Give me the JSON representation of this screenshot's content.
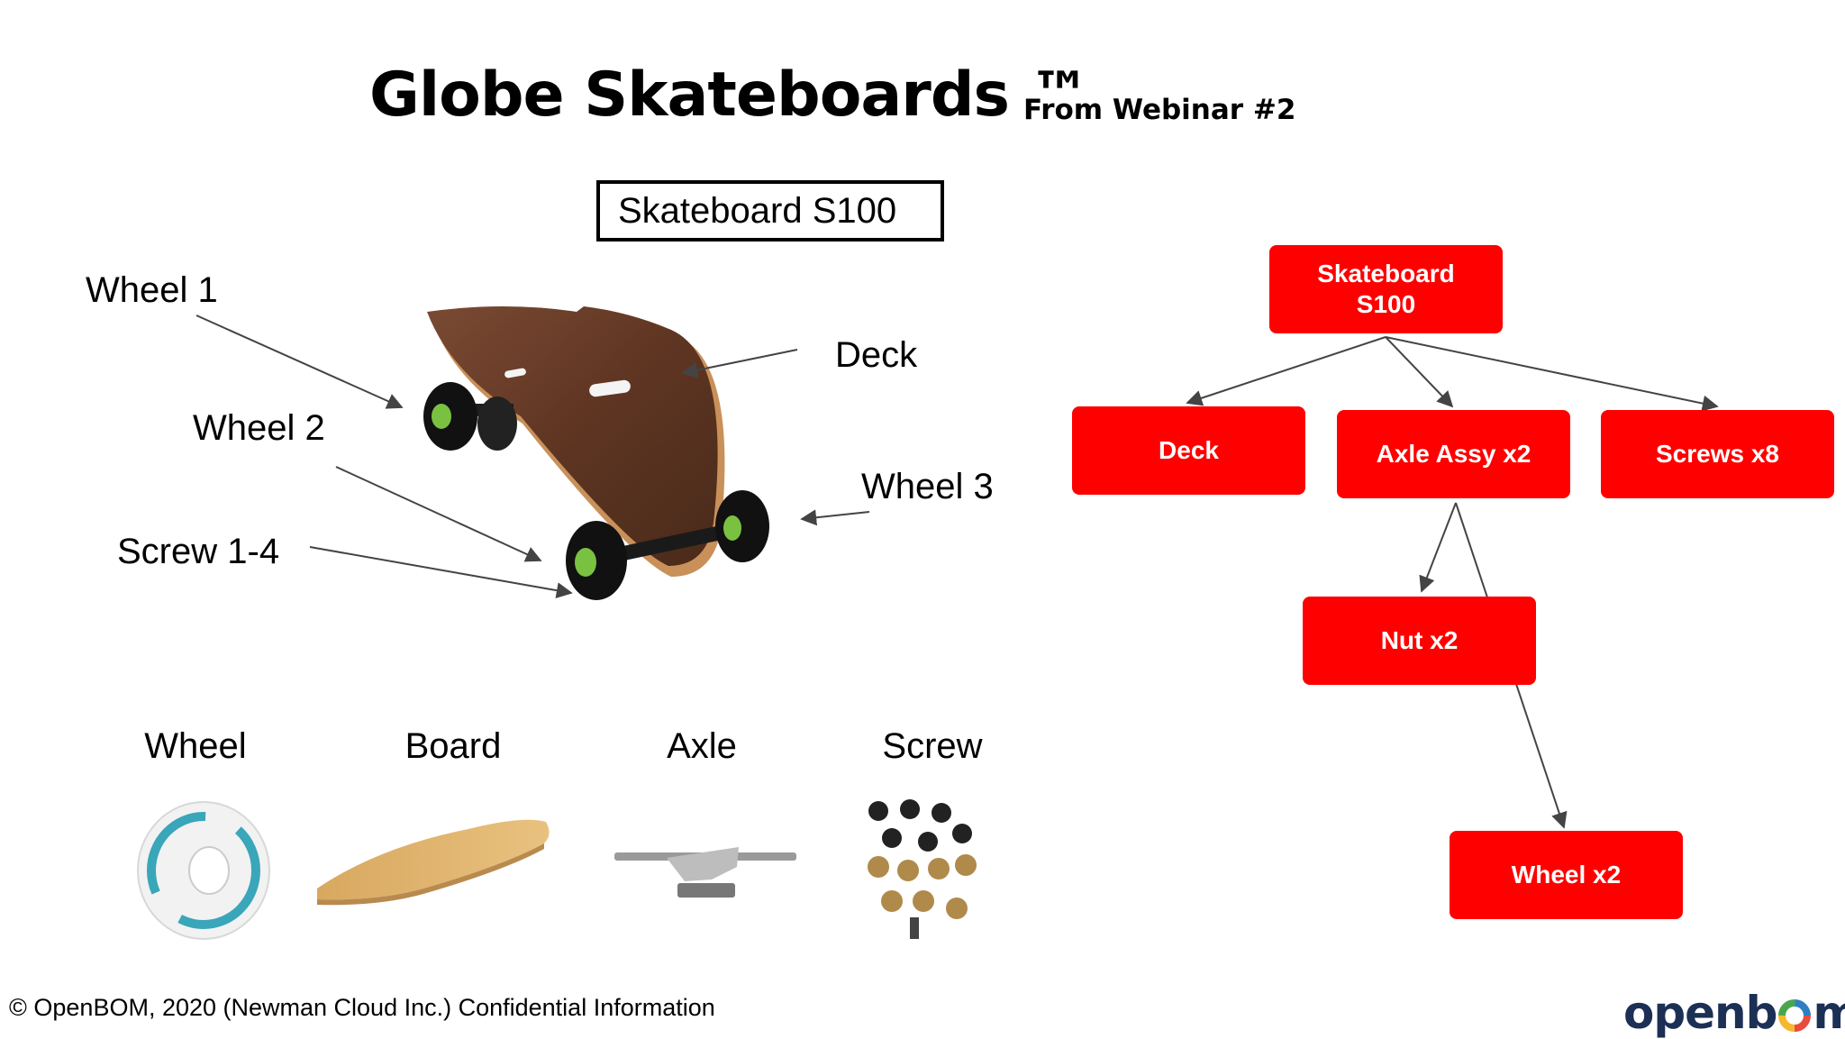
{
  "header": {
    "title": "Globe Skateboards ™",
    "subtitle": "From Webinar #2"
  },
  "product_box": "Skateboard S100",
  "callouts": {
    "wheel1": "Wheel 1",
    "wheel2": "Wheel 2",
    "screw": "Screw 1-4",
    "deck": "Deck",
    "wheel3": "Wheel 3"
  },
  "parts": {
    "wheel": "Wheel",
    "board": "Board",
    "axle": "Axle",
    "screw": "Screw"
  },
  "bom_tree": {
    "root": "Skateboard S100",
    "deck": "Deck",
    "axle_assy": "Axle Assy x2",
    "screws": "Screws x8",
    "nut": "Nut x2",
    "wheel": "Wheel x2"
  },
  "colors": {
    "node_fill": "#ff0000",
    "node_text": "#ffffff",
    "logo_text": "#1c2f55"
  },
  "footer": "© OpenBOM, 2020 (Newman Cloud Inc.) Confidential Information",
  "logo": {
    "prefix": "openb",
    "suffix": "m"
  }
}
